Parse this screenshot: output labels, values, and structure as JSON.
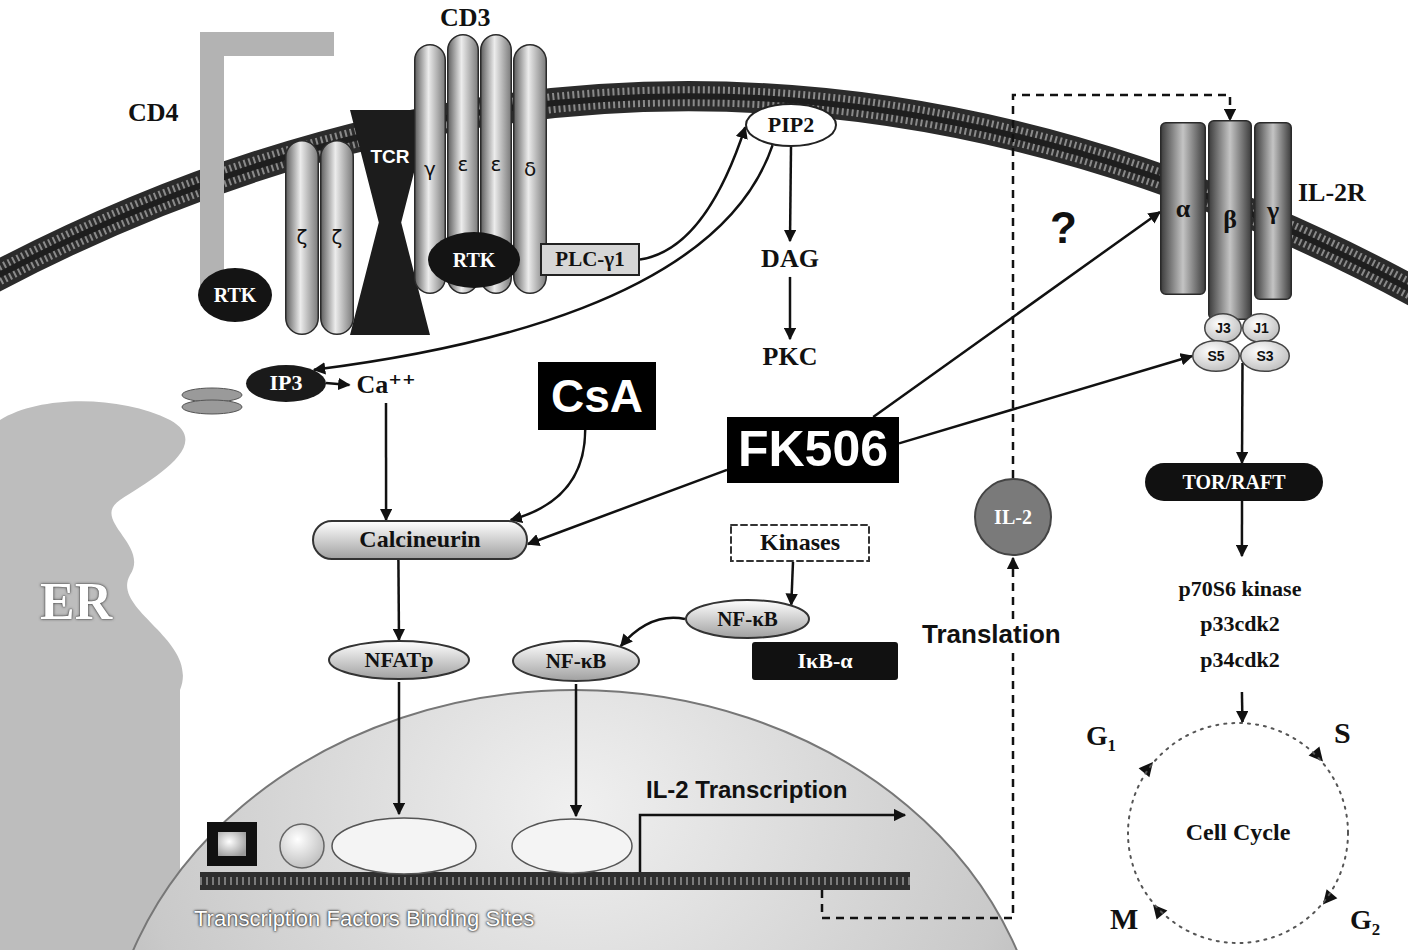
{
  "diagram": {
    "nodes": [
      {
        "text": [
          "ζ"
        ]
      },
      {
        "text": [
          "ζ"
        ]
      },
      {
        "text": [
          "TCR"
        ]
      },
      {
        "text": [
          "γ"
        ]
      },
      {
        "text": [
          "ε"
        ]
      },
      {
        "text": [
          "ε"
        ]
      },
      {
        "text": [
          "δ"
        ]
      },
      {
        "text": [
          "RTK"
        ]
      },
      {
        "text": [
          "RTK"
        ]
      },
      {
        "text": [
          "PLC-γ1"
        ]
      },
      {
        "text": [
          "PIP2"
        ]
      },
      {
        "text": [
          "DAG"
        ]
      },
      {
        "text": [
          "PKC"
        ]
      },
      {
        "text": [
          "IP3"
        ]
      },
      {
        "text": [
          "Ca⁺⁺"
        ]
      },
      {
        "text": [
          "CsA"
        ]
      },
      {
        "text": [
          "FK506"
        ]
      },
      {
        "text": [
          "Calcineurin"
        ]
      },
      {
        "text": [
          "Kinases"
        ]
      },
      {
        "text": [
          "NF-κB"
        ]
      },
      {
        "text": [
          "IκB-α"
        ]
      },
      {
        "text": [
          "NFATp"
        ]
      },
      {
        "text": [
          "NF-κB"
        ]
      },
      {
        "text": [
          "IL-2"
        ]
      },
      {
        "text": [
          "α"
        ]
      },
      {
        "text": [
          "β"
        ]
      },
      {
        "text": [
          "γ"
        ]
      },
      {
        "text": [
          "J3"
        ]
      },
      {
        "text": [
          "J1"
        ]
      },
      {
        "text": [
          "S5"
        ]
      },
      {
        "text": [
          "S3"
        ]
      },
      {
        "text": [
          "TOR/RAFT"
        ]
      },
      {
        "text": [
          "p70S6 kinase",
          "p33cdk2",
          "p34cdk2"
        ]
      },
      {
        "text": [
          "Cell Cycle"
        ]
      }
    ],
    "edges": [
      {
        "from": 8,
        "to": 9,
        "arrow": "to"
      },
      {
        "from": 9,
        "to": 10,
        "arrow": "to"
      },
      {
        "from": 10,
        "to": 13,
        "arrow": "to"
      },
      {
        "from": 10,
        "to": 11,
        "arrow": "to"
      },
      {
        "from": 11,
        "to": 12,
        "arrow": "to"
      },
      {
        "from": 13,
        "to": 14,
        "arrow": "to"
      },
      {
        "from": 14,
        "to": 17,
        "arrow": "to"
      },
      {
        "from": 15,
        "to": 17,
        "arrow": "to"
      },
      {
        "from": 16,
        "to": 17,
        "arrow": "to"
      },
      {
        "from": 16,
        "to": 24,
        "arrow": "to"
      },
      {
        "from": 16,
        "to": 29,
        "arrow": "to"
      },
      {
        "from": 17,
        "to": 21,
        "arrow": "to"
      },
      {
        "from": 18,
        "to": 19,
        "arrow": "to"
      },
      {
        "from": 19,
        "to": 22,
        "arrow": "to"
      },
      {
        "from": 23,
        "to": 25,
        "arrow": "to"
      },
      {
        "from": 30,
        "to": 31,
        "arrow": "to"
      },
      {
        "from": 31,
        "to": 32,
        "arrow": "to"
      },
      {
        "from": 32,
        "to": 33,
        "arrow": "to"
      }
    ],
    "labels": [
      "CD4",
      "CD3",
      "IL-2R",
      "?",
      "ER",
      "Translation",
      "IL-2 Transcription",
      "Transcription Factors Binding Sites",
      "G₁",
      "S",
      "G₂",
      "M"
    ]
  }
}
